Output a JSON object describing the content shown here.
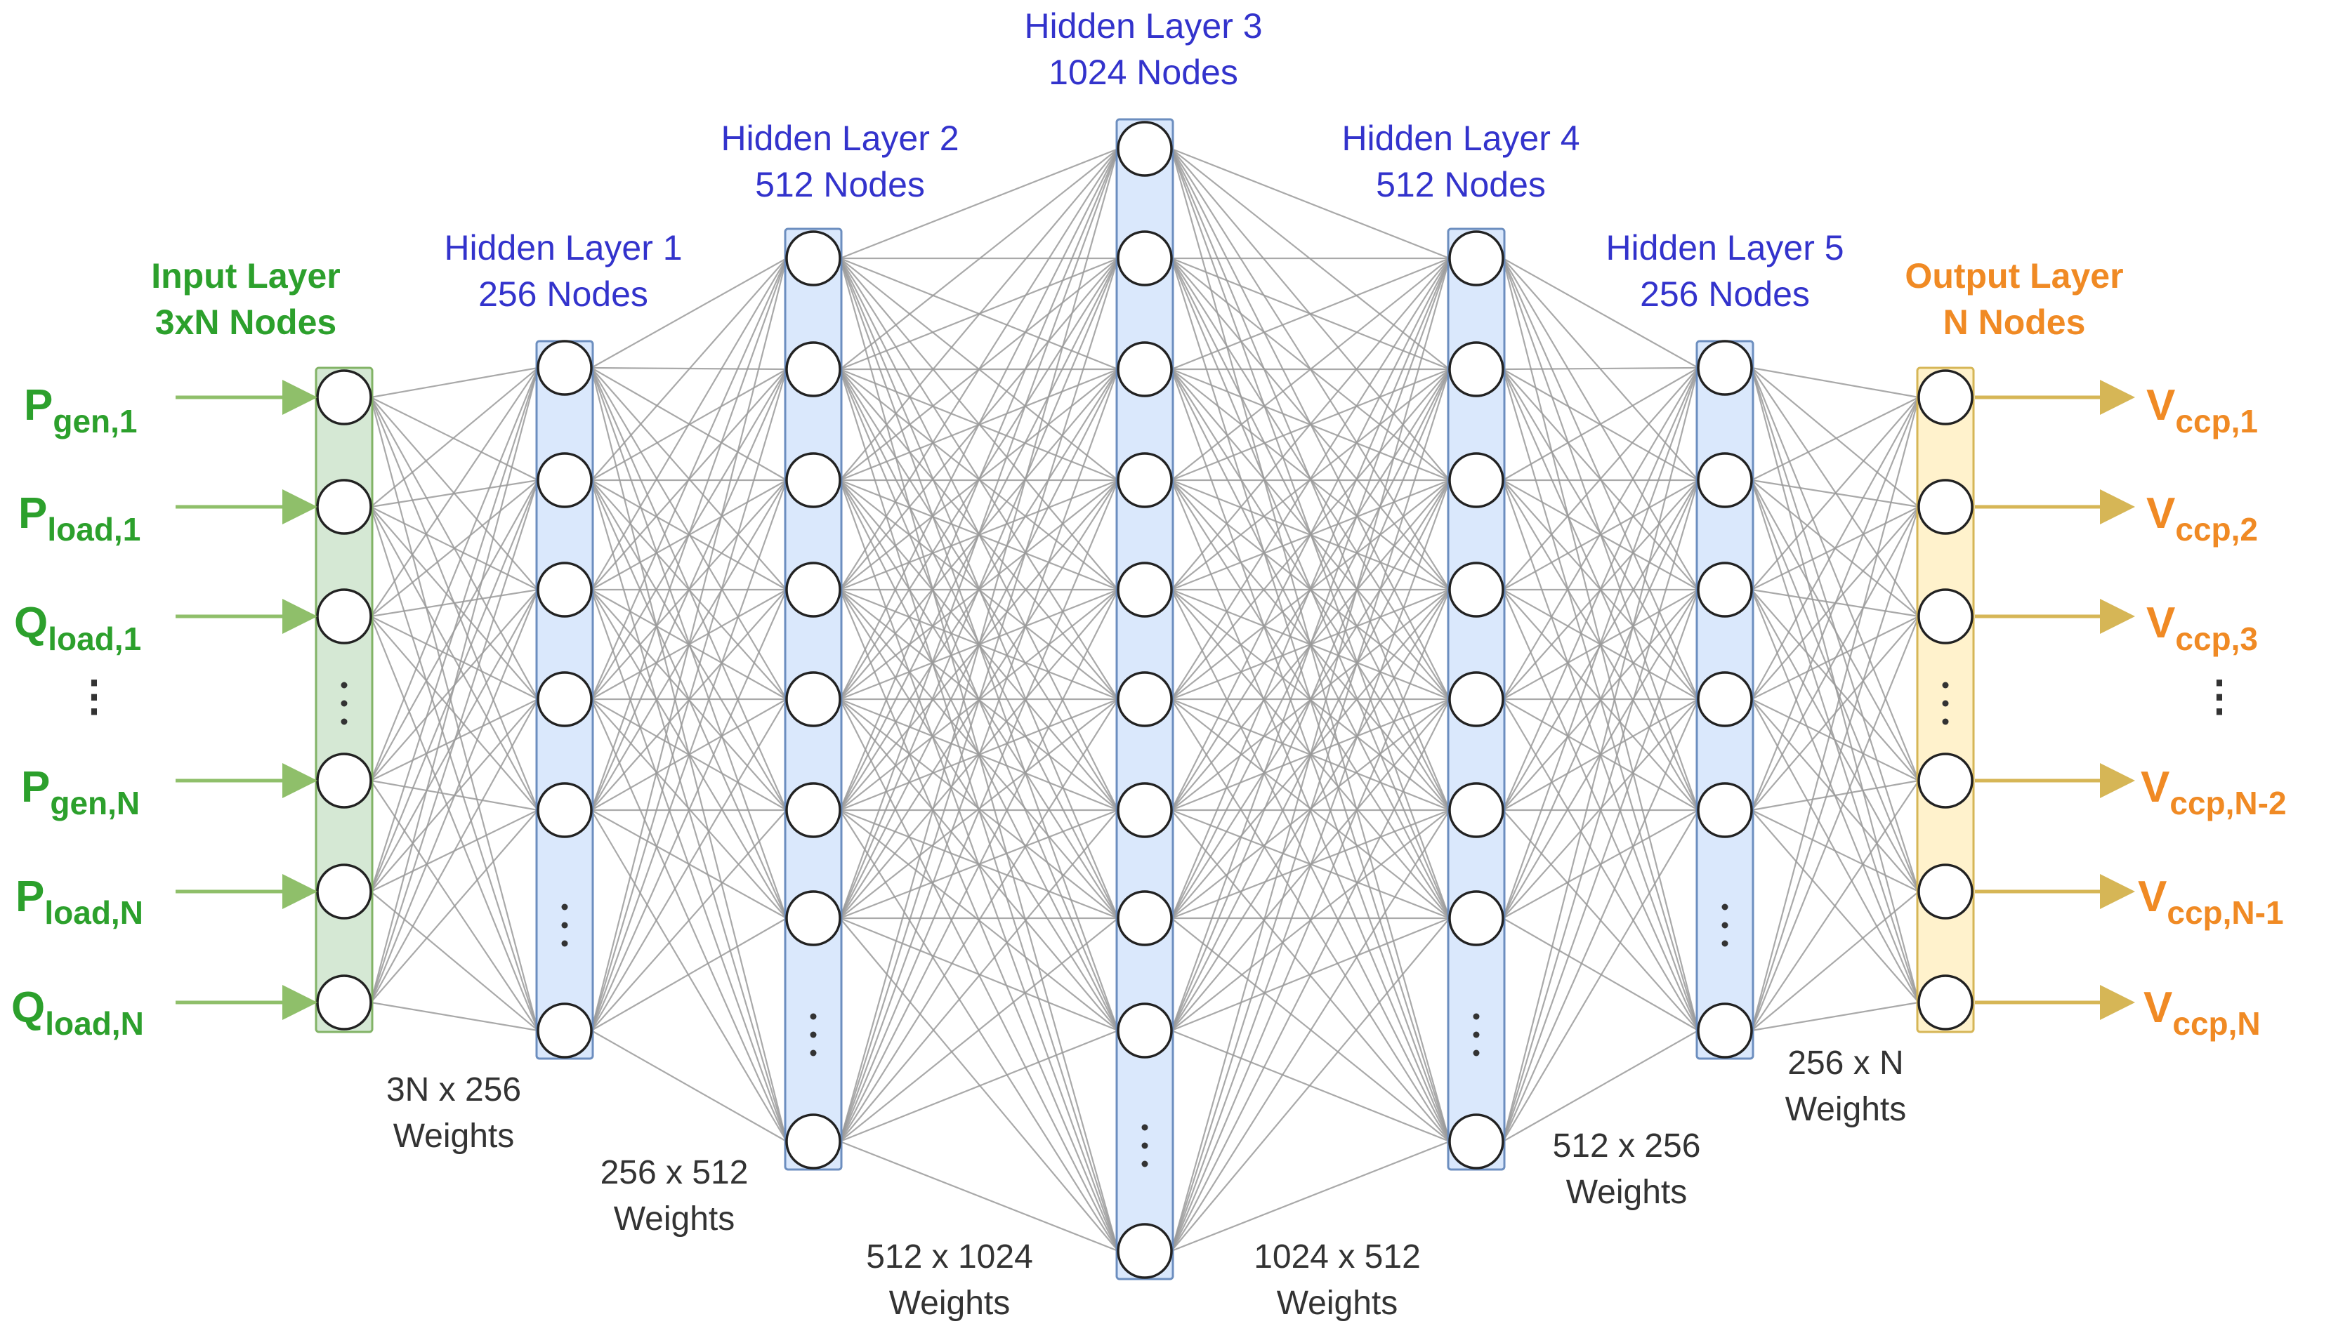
{
  "colors": {
    "input": "#2ca02c",
    "input_arrow": "#8fbf6a",
    "input_band_fill": "#d5e8d4",
    "input_band_stroke": "#82b366",
    "hidden": "#3333cc",
    "hidden_band_fill": "#dae8fc",
    "hidden_band_stroke": "#6c8ebf",
    "output": "#f08a24",
    "output_arrow": "#d6b656",
    "output_band_fill": "#fff2cc",
    "output_band_stroke": "#d6b656",
    "edge": "#9a9a9a",
    "node_stroke": "#222222"
  },
  "layers": [
    {
      "id": "input",
      "title_line1": "Input Layer",
      "title_line2": "3xN Nodes"
    },
    {
      "id": "h1",
      "title_line1": "Hidden Layer 1",
      "title_line2": "256 Nodes"
    },
    {
      "id": "h2",
      "title_line1": "Hidden Layer 2",
      "title_line2": "512 Nodes"
    },
    {
      "id": "h3",
      "title_line1": "Hidden Layer 3",
      "title_line2": "1024 Nodes"
    },
    {
      "id": "h4",
      "title_line1": "Hidden Layer 4",
      "title_line2": "512 Nodes"
    },
    {
      "id": "h5",
      "title_line1": "Hidden Layer 5",
      "title_line2": "256 Nodes"
    },
    {
      "id": "output",
      "title_line1": "Output Layer",
      "title_line2": "N Nodes"
    }
  ],
  "inputs": [
    {
      "main": "P",
      "sub": "gen,1"
    },
    {
      "main": "P",
      "sub": "load,1"
    },
    {
      "main": "Q",
      "sub": "load,1"
    },
    {
      "main": "P",
      "sub": "gen,N"
    },
    {
      "main": "P",
      "sub": "load,N"
    },
    {
      "main": "Q",
      "sub": "load,N"
    }
  ],
  "outputs": [
    {
      "main": "V",
      "sub": "ccp,1"
    },
    {
      "main": "V",
      "sub": "ccp,2"
    },
    {
      "main": "V",
      "sub": "ccp,3"
    },
    {
      "main": "V",
      "sub": "ccp,N-2"
    },
    {
      "main": "V",
      "sub": "ccp,N-1"
    },
    {
      "main": "V",
      "sub": "ccp,N"
    }
  ],
  "weights": [
    {
      "line1": "3N x 256",
      "line2": "Weights"
    },
    {
      "line1": "256 x 512",
      "line2": "Weights"
    },
    {
      "line1": "512 x 1024",
      "line2": "Weights"
    },
    {
      "line1": "1024 x 512",
      "line2": "Weights"
    },
    {
      "line1": "512 x 256",
      "line2": "Weights"
    },
    {
      "line1": "256 x N",
      "line2": "Weights"
    }
  ],
  "ellipsis": "⋮"
}
